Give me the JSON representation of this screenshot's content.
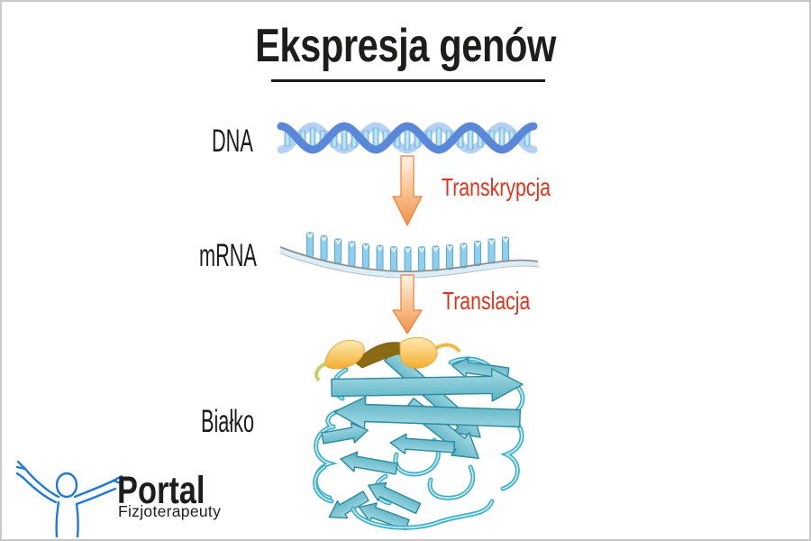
{
  "title": {
    "text": "Ekspresja genów"
  },
  "stages": [
    {
      "label": "DNA"
    },
    {
      "label": "mRNA"
    },
    {
      "label": "Białko"
    }
  ],
  "processes": [
    {
      "label": "Transkrypcja"
    },
    {
      "label": "Translacja"
    }
  ],
  "logo": {
    "name": "Portal",
    "subtitle": "Fizjoterapeuty"
  },
  "icons": [
    "dna-helix-illustration",
    "transcription-arrow-icon",
    "mrna-strand-illustration",
    "translation-arrow-icon",
    "protein-ribbon-illustration",
    "logo-figure-icon"
  ],
  "colors": {
    "process_label_red": "#e0331e",
    "text_black": "#1d1d1b",
    "dna_strand_dark": "#5b87d8",
    "dna_strand_light": "#b6d0f2",
    "base_pair_blue": "#8ccfee",
    "protein_teal": "#5cb2c4",
    "helix_gold": "#f3ae2e",
    "arrow_orange": "#f29a52",
    "logo_blue": "#1f79da",
    "frame_gray": "#c8c8c8"
  }
}
